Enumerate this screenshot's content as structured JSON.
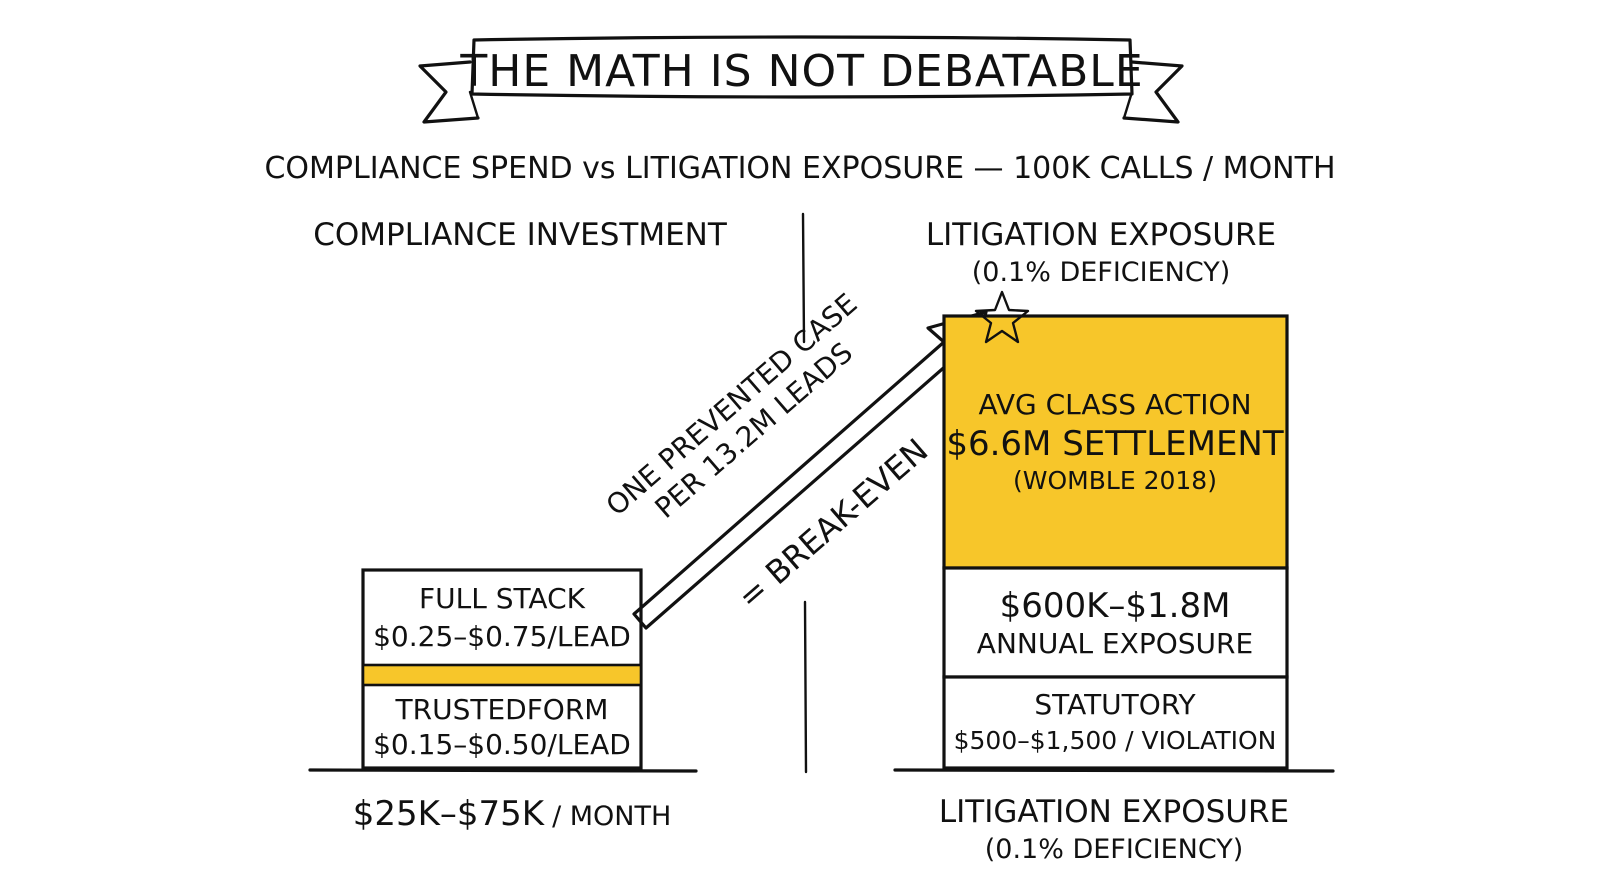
{
  "banner": {
    "title": "THE MATH IS NOT DEBATABLE"
  },
  "subtitle": "COMPLIANCE SPEND vs LITIGATION EXPOSURE — 100K CALLS / MONTH",
  "left": {
    "heading": "COMPLIANCE INVESTMENT",
    "full_stack": {
      "title": "FULL STACK",
      "price": "$0.25–$0.75/LEAD"
    },
    "trustedform": {
      "title": "TRUSTEDFORM",
      "price": "$0.15–$0.50/LEAD"
    },
    "total": "$25K–$75K",
    "total_unit": "/ MONTH"
  },
  "arrow": {
    "line1": "ONE PREVENTED CASE",
    "line2": "PER 13.2M LEADS",
    "result": "= BREAK-EVEN"
  },
  "right": {
    "heading": "LITIGATION EXPOSURE",
    "heading_sub": "(0.1% DEFICIENCY)",
    "class_action": {
      "line1": "AVG CLASS ACTION",
      "line2": "$6.6M SETTLEMENT",
      "source": "(WOMBLE 2018)"
    },
    "annual": {
      "value": "$600K–$1.8M",
      "label": "ANNUAL EXPOSURE"
    },
    "statutory": {
      "title": "STATUTORY",
      "range": "$500–$1,500 / VIOLATION"
    },
    "footer": "LITIGATION EXPOSURE",
    "footer_sub": "(0.1% DEFICIENCY)"
  },
  "colors": {
    "accent": "#F7C62A",
    "ink": "#111111",
    "background": "#FFFFFF"
  }
}
